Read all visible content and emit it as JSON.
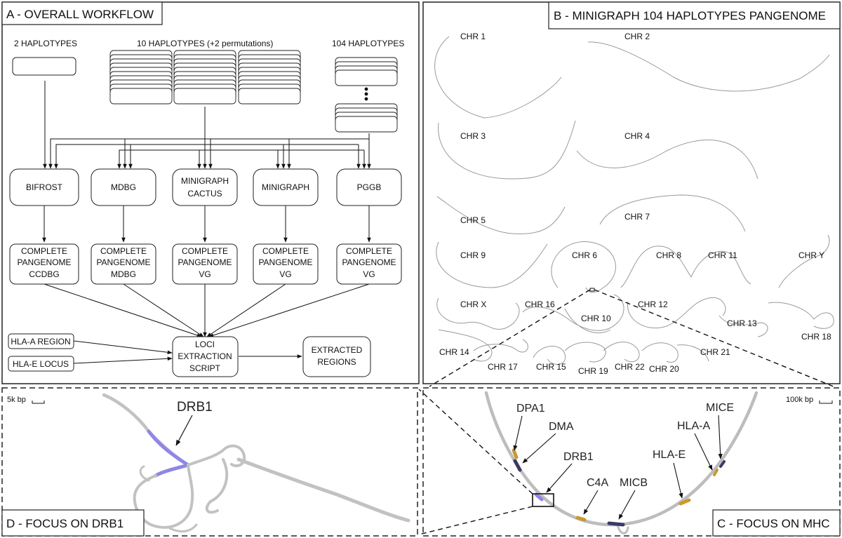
{
  "panel_a": {
    "title": "A - OVERALL WORKFLOW",
    "hap_labels": {
      "two": "2 HAPLOTYPES",
      "ten": "10 HAPLOTYPES (+2 permutations)",
      "hundred": "104 HAPLOTYPES"
    },
    "tools": [
      {
        "id": "bifrost",
        "lines": [
          "BIFROST"
        ]
      },
      {
        "id": "mdbg",
        "lines": [
          "MDBG"
        ]
      },
      {
        "id": "minigraph-cactus",
        "lines": [
          "MINIGRAPH",
          "CACTUS"
        ]
      },
      {
        "id": "minigraph",
        "lines": [
          "MINIGRAPH"
        ]
      },
      {
        "id": "pggb",
        "lines": [
          "PGGB"
        ]
      }
    ],
    "outputs": [
      {
        "id": "bifrost",
        "lines": [
          "COMPLETE",
          "PANGENOME",
          "CCDBG"
        ]
      },
      {
        "id": "mdbg",
        "lines": [
          "COMPLETE",
          "PANGENOME",
          "MDBG"
        ]
      },
      {
        "id": "minigraph-cactus",
        "lines": [
          "COMPLETE",
          "PANGENOME",
          "VG"
        ]
      },
      {
        "id": "minigraph",
        "lines": [
          "COMPLETE",
          "PANGENOME",
          "VG"
        ]
      },
      {
        "id": "pggb",
        "lines": [
          "COMPLETE",
          "PANGENOME",
          "VG"
        ]
      }
    ],
    "inputs": [
      "HLA-A REGION",
      "HLA-E LOCUS"
    ],
    "script_lines": [
      "LOCI",
      "EXTRACTION",
      "SCRIPT"
    ],
    "result_lines": [
      "EXTRACTED",
      "REGIONS"
    ]
  },
  "panel_b": {
    "title": "B - MINIGRAPH 104 HAPLOTYPES PANGENOME",
    "chromosomes": [
      "CHR 1",
      "CHR 2",
      "CHR 3",
      "CHR 4",
      "CHR 5",
      "CHR 7",
      "CHR 9",
      "CHR 6",
      "CHR 8",
      "CHR 11",
      "CHR Y",
      "CHR X",
      "CHR 16",
      "CHR 12",
      "CHR 10",
      "CHR 13",
      "CHR 18",
      "CHR 14",
      "CHR 17",
      "CHR 15",
      "CHR 19",
      "CHR 22",
      "CHR 20",
      "CHR 21"
    ]
  },
  "panel_c": {
    "title": "C - FOCUS ON MHC",
    "scale": "100k bp",
    "genes": [
      "DPA1",
      "DMA",
      "DRB1",
      "C4A",
      "MICB",
      "HLA-E",
      "HLA-A",
      "MICE"
    ],
    "colors": {
      "backbone": "#bdbdbd",
      "gold": "#c99a2e",
      "navy": "#3a3a66"
    }
  },
  "panel_d": {
    "title": "D - FOCUS ON DRB1",
    "scale": "5k bp",
    "gene": "DRB1",
    "colors": {
      "highlight": "#8f86e6",
      "backbone": "#bdbdbd"
    }
  }
}
